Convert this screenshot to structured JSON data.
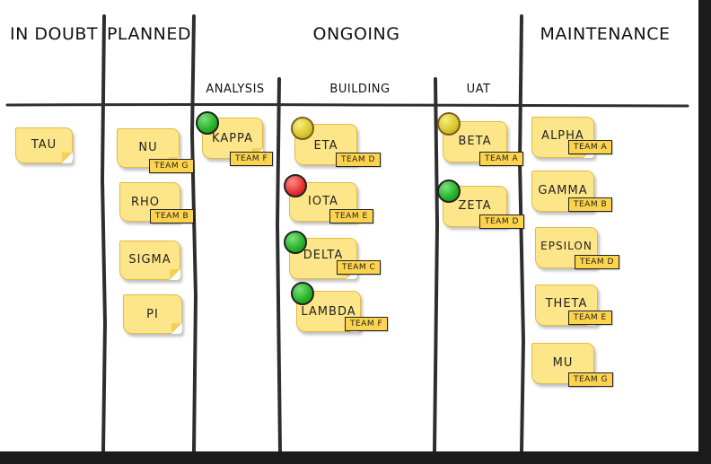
{
  "columns": {
    "in_doubt": "IN DOUBT",
    "planned": "PLANNED",
    "ongoing": "ONGOING",
    "maintenance": "MAINTENANCE",
    "analysis": "ANALYSIS",
    "building": "BUILDING",
    "uat": "UAT"
  },
  "cards": {
    "tau": {
      "label": "TAU"
    },
    "nu": {
      "label": "NU",
      "team": "TEAM G"
    },
    "rho": {
      "label": "RHO",
      "team": "TEAM B"
    },
    "sigma": {
      "label": "SIGMA"
    },
    "pi": {
      "label": "PI"
    },
    "kappa": {
      "label": "KAPPA",
      "team": "TEAM F",
      "status": "green"
    },
    "eta": {
      "label": "ETA",
      "team": "TEAM D",
      "status": "yellow"
    },
    "iota": {
      "label": "IOTA",
      "team": "TEAM E",
      "status": "red"
    },
    "delta": {
      "label": "DELTA",
      "team": "TEAM C",
      "status": "green"
    },
    "lambda": {
      "label": "LAMBDA",
      "team": "TEAM F",
      "status": "green"
    },
    "beta": {
      "label": "BETA",
      "team": "TEAM A",
      "status": "yellow"
    },
    "zeta": {
      "label": "ZETA",
      "team": "TEAM D",
      "status": "green"
    },
    "alpha": {
      "label": "ALPHA",
      "team": "TEAM A"
    },
    "gamma": {
      "label": "GAMMA",
      "team": "TEAM B"
    },
    "epsilon": {
      "label": "EPSILON",
      "team": "TEAM D"
    },
    "theta": {
      "label": "THETA",
      "team": "TEAM E"
    },
    "mu": {
      "label": "MU",
      "team": "TEAM G"
    }
  },
  "colors": {
    "note": "#fde68a",
    "tag": "#fcd34d",
    "status_green": "#24b024",
    "status_yellow": "#d7c62a",
    "status_red": "#e43030"
  }
}
